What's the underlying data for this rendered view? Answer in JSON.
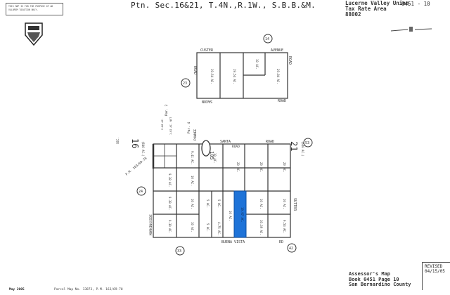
{
  "header": {
    "notice": "THIS MAP IS FOR THE PURPOSE OF AD VALOREM TAXATION ONLY.",
    "title": "Ptn. Sec.16&21, T.4N.,R.1W., S.B.B.&M.",
    "tax_rate_area": [
      "Lucerne Valley Union",
      "Tax Rate Area",
      "88002"
    ],
    "map_code": "0451 - 10"
  },
  "roads": {
    "custer": "CUSTER",
    "avenue": "AVENUE",
    "road_w": "ROAD",
    "road_e": "ROAD",
    "saxon": "SAXON",
    "saxon_road": "ROAD",
    "santa": "SANTA",
    "santa_road": "ROAD",
    "santa_road2": "ROAD",
    "pawnee": "PAWNEE",
    "morningside": "MORNINGSIDE",
    "buena_vista": "BUENA VISTA",
    "rd": "RD",
    "sutter": "SUTTER"
  },
  "page_circles": [
    "14",
    "23",
    "105",
    "53",
    "24",
    "33",
    "42"
  ],
  "section_labels": {
    "sec16": "16",
    "sec21": "21",
    "sec16_area": "(640 AC.)",
    "sec21_area": "(640 AC.)",
    "sec_prefix": "SEC."
  },
  "upper_parcels": [
    "19.54 AC.",
    "19.54 AC.",
    "10 AC.",
    "29.84 AC."
  ],
  "main_parcels": [
    "9.41 AC.",
    "10 AC.",
    "20 AC.",
    "20 AC.",
    "20 AC.",
    "9.38 AC.",
    "10 AC.",
    "9.39 AC.",
    "10 AC.",
    "5 AC.",
    "5 AC.",
    "10 AC.",
    "10 AC.",
    "9.39 AC.",
    "10 AC.",
    "5 AC.",
    "4.75 AC.",
    "10 AC.",
    "10.39 AC.",
    "9.53 AC."
  ],
  "highlighted_parcel": {
    "acres": "19.97 AC.",
    "color": "#1e73d8"
  },
  "parcel_map_labels": [
    "Par. 2",
    "Par. 4",
    "2.00 AC.",
    "1.82 AC. NET"
  ],
  "pm_ref": "P.M. 163/69-70",
  "footer": {
    "date": "May 2005",
    "parcel_map": "Parcel Map No. 13873, P.M. 163/69-70",
    "assessor": [
      "Assessor's Map",
      "Book 0451 Page 10",
      "San Bernardino County"
    ],
    "revised": [
      "REVISED",
      "04/15/05"
    ]
  }
}
